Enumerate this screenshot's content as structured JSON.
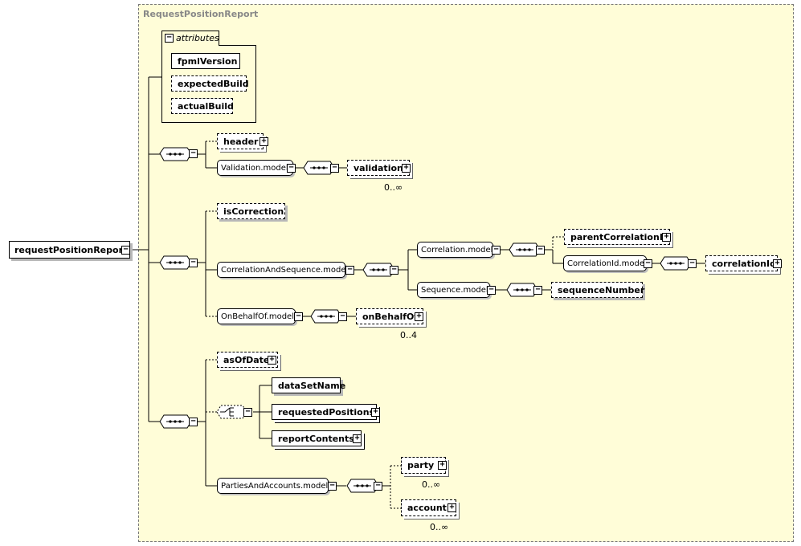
{
  "diagram": {
    "complex_type_title": "RequestPositionReport",
    "root_element": "requestPositionReport",
    "attributes": {
      "label": "attributes",
      "items": [
        "fpmlVersion",
        "expectedBuild",
        "actualBuild"
      ]
    },
    "elements": {
      "header": "header",
      "validation_model": "Validation.model",
      "validation": "validation",
      "is_correction": "isCorrection",
      "correlation_and_sequence_model": "CorrelationAndSequence.model",
      "correlation_model": "Correlation.model",
      "parent_correlation_id": "parentCorrelationId",
      "correlation_id_model": "CorrelationId.model",
      "correlation_id": "correlationId",
      "sequence_model": "Sequence.model",
      "sequence_number": "sequenceNumber",
      "on_behalf_of_model": "OnBehalfOf.model",
      "on_behalf_of": "onBehalfOf",
      "as_of_date": "asOfDate",
      "data_set_name": "dataSetName",
      "requested_positions": "requestedPositions",
      "report_contents": "reportContents",
      "parties_and_accounts_model": "PartiesAndAccounts.model",
      "party": "party",
      "account": "account"
    },
    "occurrences": {
      "validation": "0..∞",
      "on_behalf_of": "0..4",
      "party": "0..∞",
      "account": "0..∞"
    },
    "icons": {
      "collapse": "−",
      "expand": "+"
    }
  }
}
